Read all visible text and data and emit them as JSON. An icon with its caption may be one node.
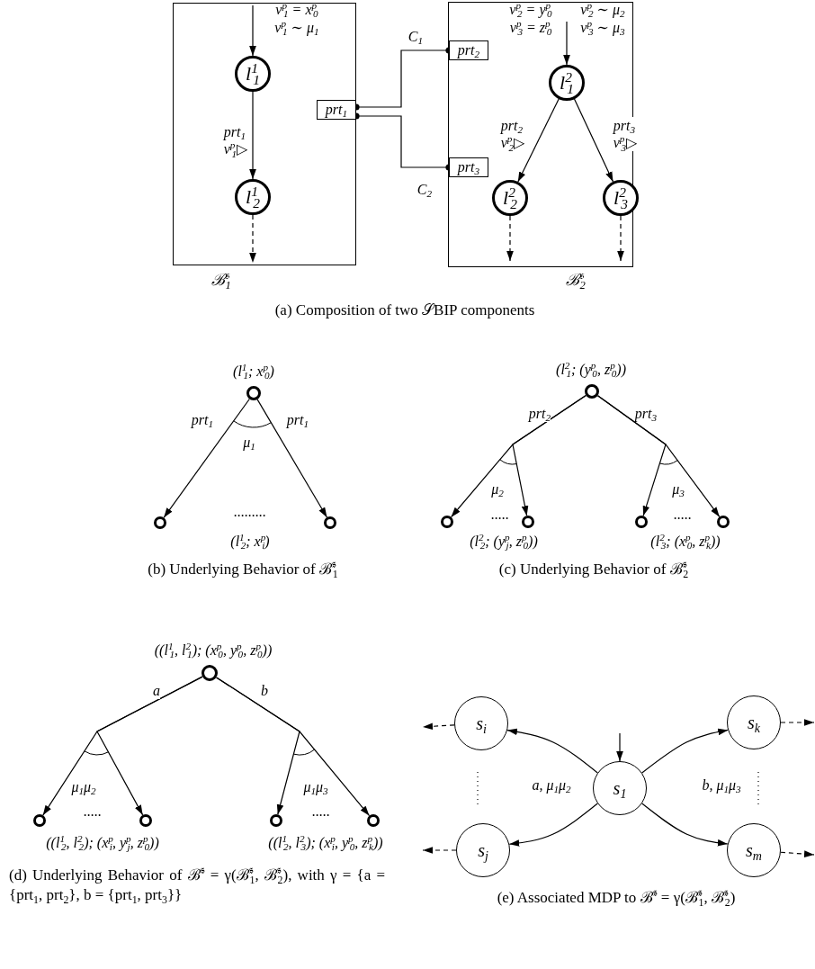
{
  "diagram": {
    "nodes": [
      {
        "text": [],
        "shape": "box",
        "beside": [
          "ℬ$^{𝔰}$$_{1}$"
        ]
      },
      {
        "text": [
          "l$^{1}$$_{1}$"
        ],
        "in": 0
      },
      {
        "text": [
          "l$^{1}$$_{2}$"
        ],
        "in": 0
      },
      {
        "text": [
          "prt$_{1}$"
        ],
        "in": 0
      },
      {
        "text": [],
        "shape": "box",
        "beside": [
          "ℬ$^{𝔰}$$_{2}$"
        ]
      },
      {
        "text": [
          "prt$_{2}$"
        ],
        "in": 4
      },
      {
        "text": [
          "prt$_{3}$"
        ],
        "in": 4
      },
      {
        "text": [
          "l$^{2}$$_{1}$"
        ],
        "in": 4
      },
      {
        "text": [
          "l$^{2}$$_{2}$"
        ],
        "in": 4
      },
      {
        "text": [
          "l$^{2}$$_{3}$"
        ],
        "in": 4
      },
      {
        "text": [],
        "shape": "circle",
        "beside": [
          "(l$^{1}$$_{1}$; x$^{p}$$_{0}$)"
        ]
      },
      {
        "text": [],
        "shape": "circle"
      },
      {
        "text": [],
        "shape": "circle"
      },
      {
        "text": [],
        "shape": "circle",
        "beside": [
          "(l$^{2}$$_{1}$; (y$^{p}$$_{0}$, z$^{p}$$_{0}$))"
        ]
      },
      {
        "text": [],
        "shape": "circle"
      },
      {
        "text": [],
        "shape": "circle"
      },
      {
        "text": [],
        "shape": "circle"
      },
      {
        "text": [],
        "shape": "circle"
      },
      {
        "text": [],
        "shape": "circle",
        "beside": [
          "((l$^{1}$$_{1}$, l$^{2}$$_{1}$); (x$^{p}$$_{0}$, y$^{p}$$_{0}$, z$^{p}$$_{0}$))"
        ]
      },
      {
        "text": [],
        "shape": "circle"
      },
      {
        "text": [],
        "shape": "circle"
      },
      {
        "text": [],
        "shape": "circle"
      },
      {
        "text": [],
        "shape": "circle"
      },
      {
        "text": [
          "s$_{i}$"
        ]
      },
      {
        "text": [
          "s$_{j}$"
        ]
      },
      {
        "text": [
          "s$_{1}$"
        ]
      },
      {
        "text": [
          "s$_{k}$"
        ]
      },
      {
        "text": [
          "s$_{m}$"
        ]
      }
    ],
    "edges": [
      {
        "from": null,
        "to": 1,
        "arrow": "to"
      },
      {
        "from": 1,
        "to": 2,
        "arrow": "to",
        "label": "prt$_{1}$ v$^{p}$$_{1}$▷"
      },
      {
        "from": 2,
        "to": null,
        "arrow": "to",
        "style": "dashed"
      },
      {
        "from": 3,
        "to": 5,
        "arrow": "other",
        "label": "C$_{1}$"
      },
      {
        "from": 3,
        "to": 6,
        "arrow": "other",
        "label": "C$_{2}$"
      },
      {
        "from": null,
        "to": 7,
        "arrow": "to"
      },
      {
        "from": 7,
        "to": 8,
        "arrow": "to",
        "label": "prt$_{2}$ v$^{p}$$_{2}$▷"
      },
      {
        "from": 7,
        "to": 9,
        "arrow": "to",
        "label": "prt$_{3}$ v$^{p}$$_{3}$▷"
      },
      {
        "from": 8,
        "to": null,
        "arrow": "to",
        "style": "dashed"
      },
      {
        "from": 9,
        "to": null,
        "arrow": "to",
        "style": "dashed"
      },
      {
        "from": 10,
        "to": 11,
        "arrow": "to",
        "label": "prt$_{1}$"
      },
      {
        "from": 10,
        "to": 12,
        "arrow": "to",
        "label": "prt$_{1}$"
      },
      {
        "from": 13,
        "to": 14,
        "arrow": "to",
        "label": "prt$_{2}$"
      },
      {
        "from": 13,
        "to": 15,
        "arrow": "to"
      },
      {
        "from": 13,
        "to": 16,
        "arrow": "to",
        "label": "prt$_{3}$"
      },
      {
        "from": 13,
        "to": 17,
        "arrow": "to"
      },
      {
        "from": 18,
        "to": 19,
        "arrow": "to",
        "label": "a"
      },
      {
        "from": 18,
        "to": 20,
        "arrow": "to"
      },
      {
        "from": 18,
        "to": 21,
        "arrow": "to",
        "label": "b"
      },
      {
        "from": 18,
        "to": 22,
        "arrow": "to"
      },
      {
        "from": null,
        "to": 25,
        "arrow": "to"
      },
      {
        "from": 25,
        "to": 23,
        "arrow": "to"
      },
      {
        "from": 25,
        "to": 24,
        "arrow": "to"
      },
      {
        "from": 25,
        "to": 26,
        "arrow": "to"
      },
      {
        "from": 25,
        "to": 27,
        "arrow": "to"
      },
      {
        "from": 23,
        "to": null,
        "arrow": "to",
        "style": "dashed"
      },
      {
        "from": 24,
        "to": null,
        "arrow": "to",
        "style": "dashed"
      },
      {
        "from": 26,
        "to": null,
        "arrow": "to",
        "style": "dashed"
      },
      {
        "from": 27,
        "to": null,
        "arrow": "to",
        "style": "dashed"
      }
    ],
    "labels": [
      "v$^{p}$$_{1}$ = x$^{p}$$_{0}$",
      "v$^{p}$$_{1}$ ∼ μ$_{1}$",
      "v$^{p}$$_{2}$ = y$^{p}$$_{0}$",
      "v$^{p}$$_{2}$ ∼ μ$_{2}$",
      "v$^{p}$$_{3}$ = z$^{p}$$_{0}$",
      "v$^{p}$$_{3}$ ∼ μ$_{3}$",
      "(a) Composition of two 𝒮BIP components",
      "μ$_{1}$",
      ".........",
      "(l$^{1}$$_{2}$; x$^{p}$$_{i}$)",
      "μ$_{2}$",
      "μ$_{3}$",
      ".....",
      ".....",
      "(l$^{2}$$_{2}$; (y$^{p}$$_{j}$, z$^{p}$$_{0}$))",
      "(l$^{2}$$_{3}$; (x$^{p}$$_{0}$, z$^{p}$$_{k}$))",
      "(b) Underlying Behavior of ℬ$^{𝔰}$$_{1}$",
      "(c) Underlying Behavior of ℬ$^{𝔰}$$_{2}$",
      "μ$_{1}$μ$_{2}$",
      "μ$_{1}$μ$_{3}$",
      ".....",
      ".....",
      "((l$^{1}$$_{2}$, l$^{2}$$_{2}$); (x$^{p}$$_{i}$, y$^{p}$$_{j}$, z$^{p}$$_{0}$))",
      "((l$^{1}$$_{2}$, l$^{2}$$_{3}$); (x$^{p}$$_{i}$, y$^{p}$$_{0}$, z$^{p}$$_{k}$))",
      "a, μ$_{1}$μ$_{2}$",
      "b, μ$_{1}$μ$_{3}$",
      "(d) Underlying Behavior of ℬ$^{𝔰}$ = γ(ℬ$^{𝔰}$$_{1}$, ℬ$^{𝔰}$$_{2}$), with γ = {a = {prt$_{1}$, prt$_{2}$}, b = {prt$_{1}$, prt$_{3}$}}",
      "(e) Associated MDP to ℬ$^{𝔰}$ = γ(ℬ$^{𝔰}$$_{1}$, ℬ$^{𝔰}$$_{2}$)"
    ]
  }
}
